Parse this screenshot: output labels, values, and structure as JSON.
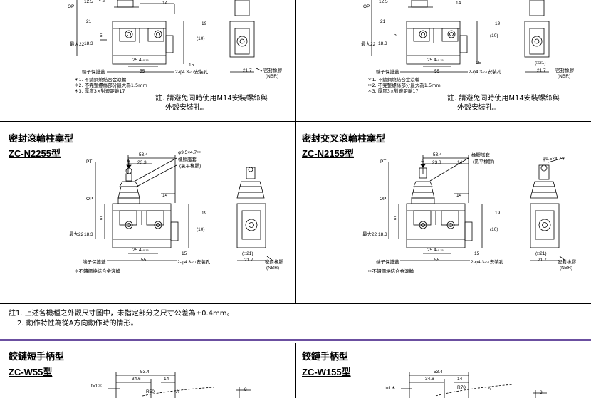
{
  "top_left": {
    "dims": {
      "op": "OP",
      "d12_5": "12.5",
      "d14": "14",
      "d21": "21",
      "d19": "19",
      "d10": "(10)",
      "d5": "5",
      "d18_3": "18.3",
      "max22": "最大22",
      "d25_4": "25.4",
      "tol": "±0.15",
      "d15": "15",
      "terminal": "端子保護蓋",
      "d55": "55",
      "holes": "2-φ4.3",
      "holes_tol": "±0.1",
      "holes_suffix": "安裝孔",
      "d21_7": "21.7",
      "seal": "密封橡膠",
      "nbr": "(NBR)",
      "star2": "＊2"
    },
    "notes": [
      "＊1. 不鏽鋼燒結合金滾輪",
      "＊2. 不完整螺絲部分最大為1.5mm",
      "＊3. 厚度3×對邊距離17"
    ],
    "remark1": "註. 請避免同時使用M14安裝螺絲與",
    "remark2": "外殼安裝孔。"
  },
  "top_right": {
    "dims": {
      "op": "OP",
      "d12_5": "12.5",
      "d14": "14",
      "d21": "21",
      "d19": "19",
      "d10": "(10)",
      "d5": "5",
      "d18_3": "18.3",
      "max22": "最大22",
      "d25_4": "25.4",
      "tol": "±0.15",
      "d15": "15",
      "terminal": "端子保護蓋",
      "d55": "55",
      "holes": "2-φ4.3",
      "holes_tol": "±0.1",
      "holes_suffix": "安裝孔",
      "d21_7": "21.7",
      "seal": "密封橡膠",
      "nbr": "(NBR)",
      "d21b": "(□21)"
    },
    "notes": [
      "＊1. 不鏽鋼燒結合金滾輪",
      "＊2. 不完整螺絲部分最大為1.5mm",
      "＊3. 厚度3×對邊距離17"
    ],
    "remark1": "註. 請避免同時使用M14安裝螺絲與",
    "remark2": "外殼安裝孔。"
  },
  "mid_left": {
    "title": "密封滾輪柱塞型",
    "model": "ZC-N2255型",
    "dims": {
      "pt": "PT",
      "a": "A",
      "d53_4": "53.4",
      "d23_3": "23.3",
      "roller": "φ9.5×4.7＊",
      "boot1": "橡膠護套",
      "boot2": "(氯平橡膠)",
      "op": "OP",
      "d14": "14",
      "d19": "19",
      "d10": "(10)",
      "d5": "5",
      "d18_3": "18.3",
      "max22": "最大22",
      "d25_4": "25.4",
      "tol": "±0.15",
      "d15": "15",
      "terminal": "端子保護蓋",
      "d55": "55",
      "holes": "2-φ4.3",
      "holes_tol": "±0.1",
      "holes_suffix": "安裝孔",
      "d21": "(□21)",
      "d21_7": "21.7",
      "seal": "密封橡膠",
      "nbr": "(NBR)"
    },
    "notes": [
      "＊不鏽鋼燒結合金滾輪"
    ]
  },
  "mid_right": {
    "title": "密封交叉滾輪柱塞型",
    "model": "ZC-N2155型",
    "dims": {
      "pt": "PT",
      "a": "A",
      "d53_4": "53.4",
      "d23_3": "23.3",
      "d14top": "14",
      "boot1": "橡膠護套",
      "boot2": "(氯平橡膠)",
      "roller": "φ9.5×4.7＊",
      "op": "OP",
      "d14": "14",
      "d19": "19",
      "d10": "(10)",
      "d5": "5",
      "d18_3": "18.3",
      "max22": "最大22",
      "d25_4": "25.4",
      "tol": "±0.15",
      "d15": "15",
      "terminal": "端子保護蓋",
      "d55": "55",
      "holes": "2-φ4.3",
      "holes_tol": "±0.1",
      "holes_suffix": "安裝孔",
      "d21": "(□21)",
      "d21_7": "21.7",
      "seal": "密封橡膠",
      "nbr": "(NBR)"
    },
    "notes": [
      "＊不鏽鋼燒結合金滾輪"
    ]
  },
  "footnotes": [
    "註1. 上述各機種之外觀尺寸圖中，未指定部分之尺寸公差為±0.4mm。",
    "2. 動作特性為從A方向動作時的情形。"
  ],
  "bottom_left": {
    "title": "鉸鏈短手柄型",
    "model": "ZC-W55型",
    "dims": {
      "d53_4": "53.4",
      "d34_6": "34.6",
      "d14": "14",
      "t1": "t=1＊",
      "r50": "R50",
      "a": "A",
      "d8": "8"
    }
  },
  "bottom_right": {
    "title": "鉸鏈手柄型",
    "model": "ZC-W155型",
    "dims": {
      "d53_4": "53.4",
      "d34_6": "34.6",
      "d14": "14",
      "t1": "t=1＊",
      "r70": "R70",
      "a": "A",
      "d8": "8"
    }
  },
  "colors": {
    "accent": "#6b4fa0",
    "line": "#000000"
  }
}
